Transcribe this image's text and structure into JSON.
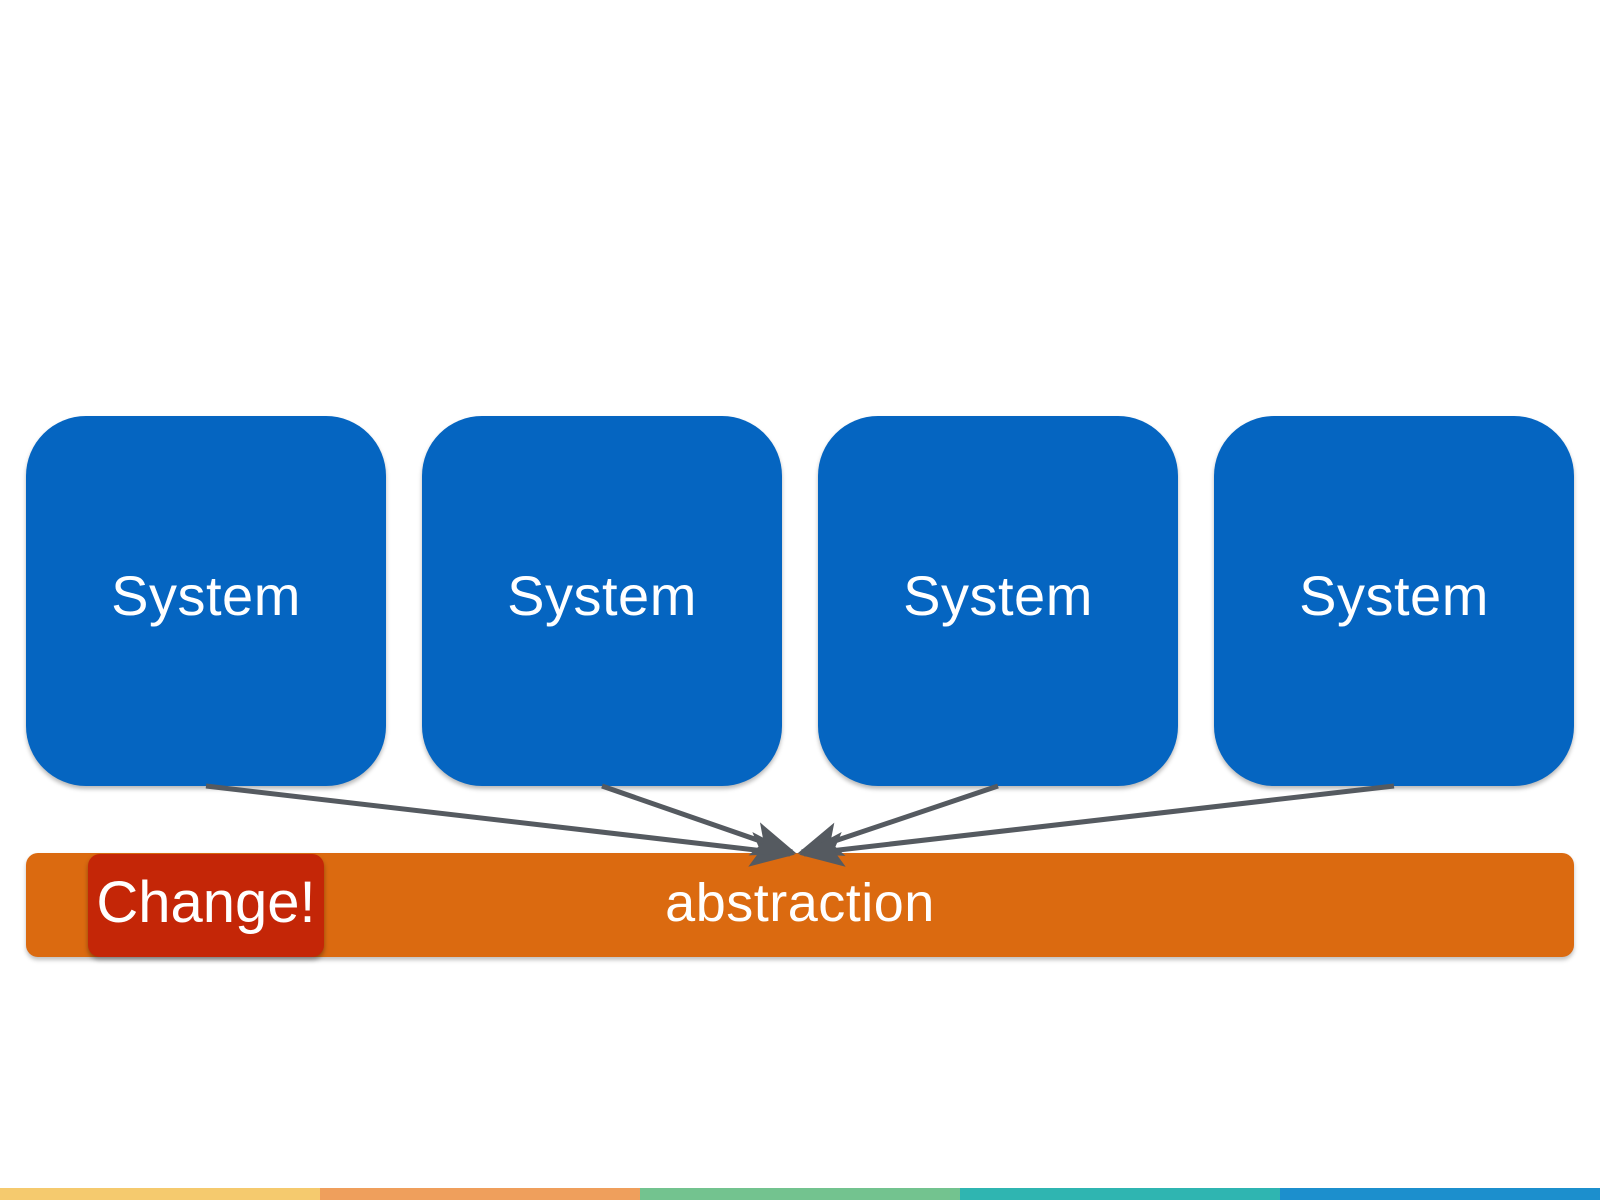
{
  "colors": {
    "system_fill": "#0565c1",
    "abstraction_fill": "#db6a10",
    "change_fill": "#c42607",
    "arrow_stroke": "#555a60",
    "footer_stripes": [
      "#f5ca6e",
      "#ef9f5c",
      "#73c38f",
      "#2fb5b1",
      "#1c8fcd"
    ]
  },
  "systems": [
    {
      "label": "System"
    },
    {
      "label": "System"
    },
    {
      "label": "System"
    },
    {
      "label": "System"
    }
  ],
  "abstraction": {
    "label": "abstraction"
  },
  "change_badge": {
    "label": "Change!"
  }
}
